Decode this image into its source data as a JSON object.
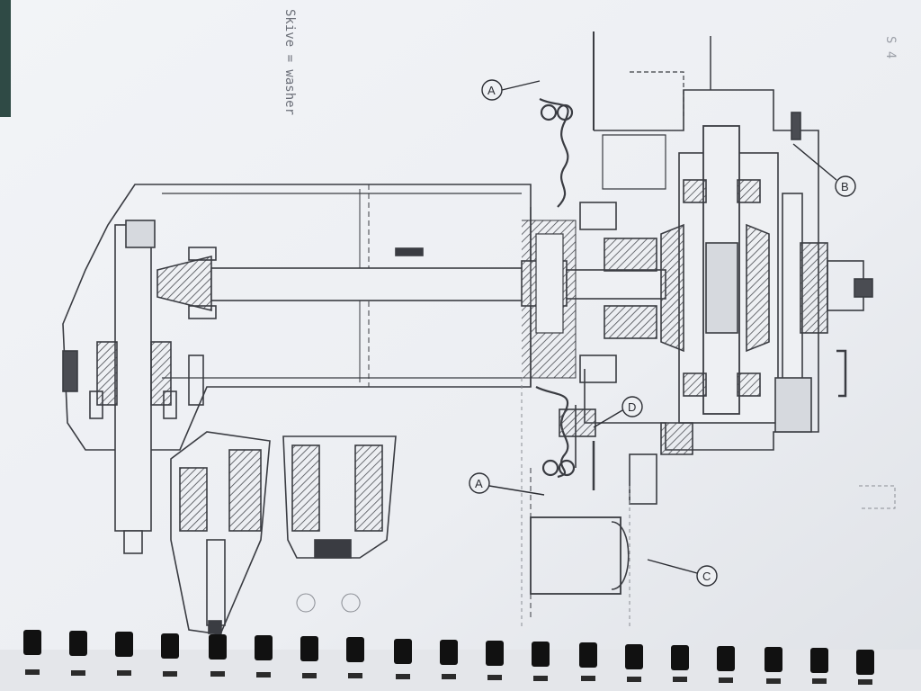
{
  "page": {
    "page_number": "S 4",
    "note": "Skive = washer"
  },
  "callouts": [
    {
      "id": "A",
      "label": "A"
    },
    {
      "id": "B",
      "label": "B"
    },
    {
      "id": "D",
      "label": "D"
    },
    {
      "id": "A2",
      "label": "A"
    },
    {
      "id": "C",
      "label": "C"
    }
  ],
  "colors": {
    "paper": "#eef0f3",
    "ink": "#3a3c42",
    "binding": "#111111",
    "background": "#2a3a38"
  }
}
